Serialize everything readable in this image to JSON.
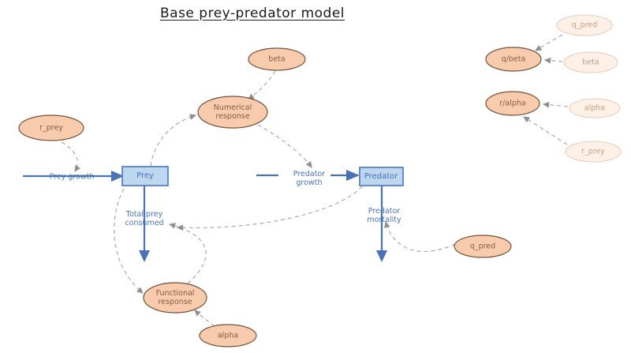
{
  "title": "Base prey-predator model",
  "stocks": {
    "prey": {
      "label": "Prey"
    },
    "predator": {
      "label": "Predator"
    }
  },
  "flows": {
    "prey_growth": {
      "label": "Prey growth"
    },
    "total_prey_consumed": {
      "label": "Total prey consumed"
    },
    "predator_growth": {
      "label": "Predator growth"
    },
    "predator_mortality": {
      "label": "Predator mortality"
    }
  },
  "variables": {
    "r_prey": {
      "label": "r_prey"
    },
    "beta": {
      "label": "beta"
    },
    "numerical_response": {
      "label": "Numerical response"
    },
    "functional_response": {
      "label": "Functional response"
    },
    "alpha": {
      "label": "alpha"
    },
    "q_pred": {
      "label": "q_pred"
    },
    "q_beta": {
      "label": "q/beta"
    },
    "r_alpha": {
      "label": "r/alpha"
    }
  },
  "ghost_variables": {
    "q_pred": {
      "label": "q_pred"
    },
    "beta": {
      "label": "beta"
    },
    "alpha": {
      "label": "alpha"
    },
    "r_prey": {
      "label": "r_prey"
    }
  },
  "colors": {
    "stock_fill": "#BDD7EE",
    "stock_border": "#4A72B8",
    "flow_blue": "#4A72B8",
    "variable_fill": "#F8CBAD",
    "variable_border": "#70523C",
    "variable_text": "#8A5C42",
    "ghost_fill": "#FDF1E7",
    "ghost_border": "#E9CFBA",
    "ghost_text": "#C79E80",
    "connector_gray": "#A3A3A3"
  }
}
